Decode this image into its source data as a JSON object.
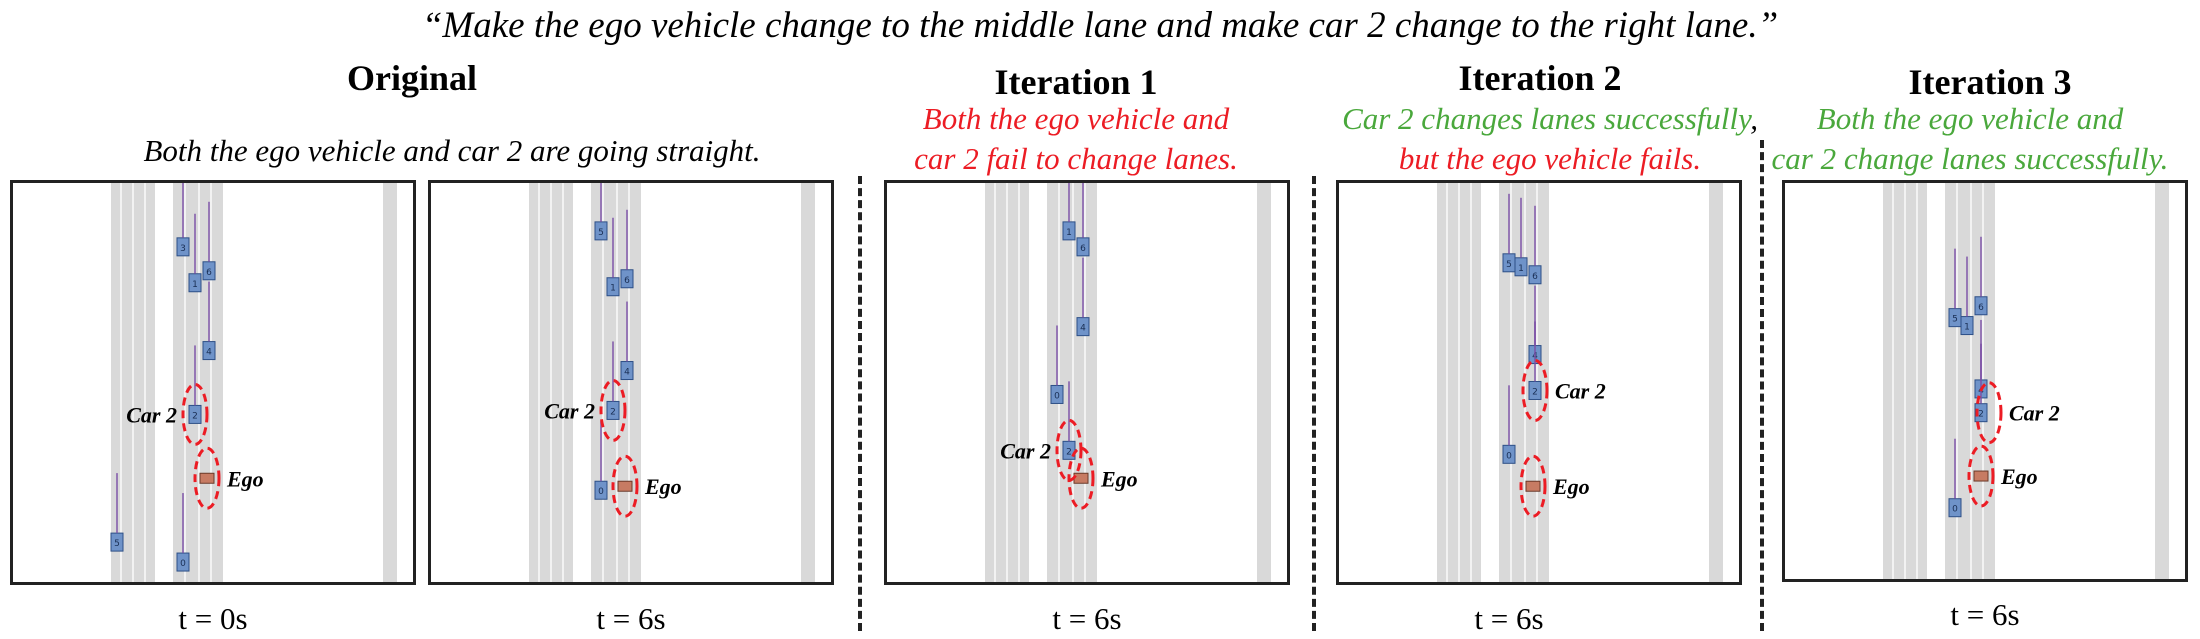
{
  "instruction": "“Make the ego vehicle change to the middle lane and make car 2 change to the right lane.”",
  "columns": [
    {
      "heading": "Original",
      "caption": [
        {
          "text": "Both the ego vehicle and car 2 are going straight.",
          "color": "black"
        }
      ],
      "time_labels": [
        "t = 0s",
        "t = 6s"
      ]
    },
    {
      "heading": "Iteration 1",
      "caption_line1": [
        {
          "text": "Both the ego vehicle and",
          "color": "red"
        }
      ],
      "caption_line2": [
        {
          "text": "car 2 fail to change lanes.",
          "color": "red"
        }
      ],
      "time_label": "t = 6s"
    },
    {
      "heading": "Iteration 2",
      "caption_line1": [
        {
          "text": "Car 2 changes lanes successfully",
          "color": "green"
        },
        {
          "text": ",",
          "color": "black"
        }
      ],
      "caption_line2": [
        {
          "text": "but the ego vehicle fails.",
          "color": "red"
        }
      ],
      "time_label": "t = 6s"
    },
    {
      "heading": "Iteration 3",
      "caption_line1": [
        {
          "text": "Both the ego vehicle and",
          "color": "green"
        }
      ],
      "caption_line2": [
        {
          "text": "car 2 change lanes successfully.",
          "color": "green"
        }
      ],
      "time_label": "t = 6s"
    }
  ],
  "labels": {
    "car2": "Car 2",
    "ego": "Ego"
  },
  "colors": {
    "road": "#d9d9d9",
    "lane_line": "#f2f2f2",
    "vehicle": "#6f93c9",
    "vehicle_edge": "#2d4f86",
    "ego_vehicle": "#c77b63",
    "highlight": "#ec1c24",
    "success": "#4aa83c",
    "failure": "#ec1c24"
  },
  "panels": [
    {
      "id": "orig-t0",
      "vehicles": [
        {
          "id": "3",
          "lane": 1,
          "y": 0.16
        },
        {
          "id": "6",
          "lane": 2,
          "y": 0.22
        },
        {
          "id": "1",
          "lane": 1.4,
          "y": 0.25
        },
        {
          "id": "4",
          "lane": 2,
          "y": 0.42
        },
        {
          "id": "2",
          "lane": 1.4,
          "y": 0.58
        },
        {
          "id": "0",
          "lane": 1,
          "y": 0.95
        },
        {
          "id": "5",
          "lane": -1,
          "y": 0.9
        }
      ],
      "ego": {
        "lane": 1.8,
        "y": 0.74
      },
      "car2": {
        "lane": 1.4,
        "y": 0.58
      }
    },
    {
      "id": "orig-t6",
      "vehicles": [
        {
          "id": "5",
          "lane": 1,
          "y": 0.12
        },
        {
          "id": "1",
          "lane": 1.4,
          "y": 0.26
        },
        {
          "id": "6",
          "lane": 2,
          "y": 0.24
        },
        {
          "id": "4",
          "lane": 2,
          "y": 0.47
        },
        {
          "id": "2",
          "lane": 1.4,
          "y": 0.57
        },
        {
          "id": "0",
          "lane": 1,
          "y": 0.77
        }
      ],
      "ego": {
        "lane": 1.8,
        "y": 0.76
      },
      "car2": {
        "lane": 1.4,
        "y": 0.57
      }
    },
    {
      "id": "iter1",
      "vehicles": [
        {
          "id": "1",
          "lane": 1.4,
          "y": 0.12
        },
        {
          "id": "6",
          "lane": 2,
          "y": 0.16
        },
        {
          "id": "4",
          "lane": 2,
          "y": 0.36
        },
        {
          "id": "0",
          "lane": 1,
          "y": 0.53
        },
        {
          "id": "2",
          "lane": 1.4,
          "y": 0.67
        }
      ],
      "ego": {
        "lane": 1.8,
        "y": 0.74
      },
      "car2": {
        "lane": 1.4,
        "y": 0.67
      }
    },
    {
      "id": "iter2",
      "vehicles": [
        {
          "id": "5",
          "lane": 1,
          "y": 0.2
        },
        {
          "id": "1",
          "lane": 1.4,
          "y": 0.21
        },
        {
          "id": "6",
          "lane": 2,
          "y": 0.23
        },
        {
          "id": "4",
          "lane": 2,
          "y": 0.43
        },
        {
          "id": "2",
          "lane": 2,
          "y": 0.52
        },
        {
          "id": "0",
          "lane": 1,
          "y": 0.68
        }
      ],
      "ego": {
        "lane": 1.8,
        "y": 0.76
      },
      "car2": {
        "lane": 2,
        "y": 0.52
      }
    },
    {
      "id": "iter3",
      "vehicles": [
        {
          "id": "5",
          "lane": 1,
          "y": 0.34
        },
        {
          "id": "1",
          "lane": 1.4,
          "y": 0.36
        },
        {
          "id": "6",
          "lane": 2,
          "y": 0.31
        },
        {
          "id": "4",
          "lane": 2,
          "y": 0.52
        },
        {
          "id": "2",
          "lane": 2,
          "y": 0.58
        },
        {
          "id": "0",
          "lane": 1,
          "y": 0.82
        }
      ],
      "ego": {
        "lane": 2,
        "y": 0.74
      },
      "car2": {
        "lane": 2.2,
        "y": 0.58
      }
    }
  ]
}
